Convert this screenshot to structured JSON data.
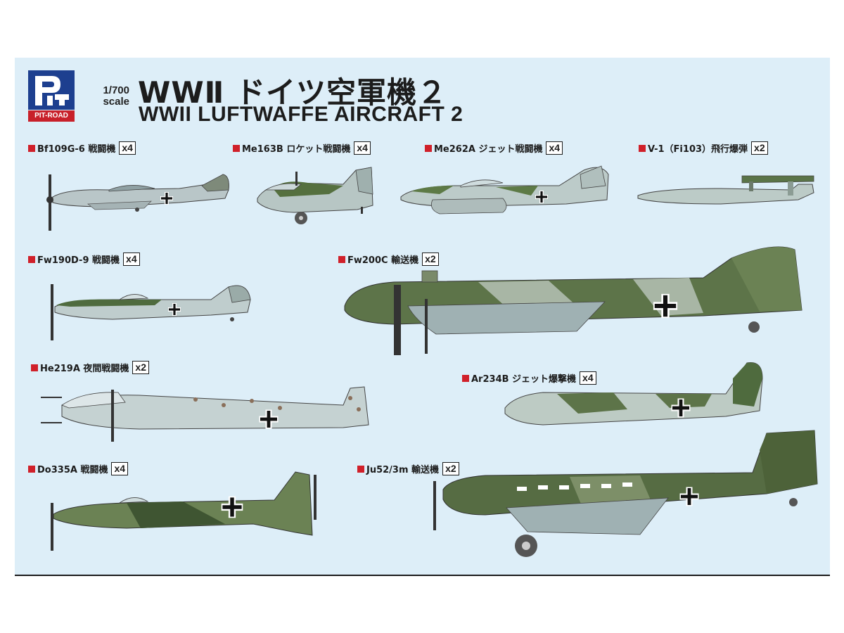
{
  "brand": {
    "logo_text": "PIT-ROAD"
  },
  "scale": {
    "ratio": "1/700",
    "word": "scale"
  },
  "title": {
    "jp": "WWⅡ ドイツ空軍機２",
    "en": "WWII LUFTWAFFE AIRCRAFT 2"
  },
  "aircraft": [
    {
      "name": "Bf109G-6 戦闘機",
      "qty": "x4"
    },
    {
      "name": "Me163B ロケット戦闘機",
      "qty": "x4"
    },
    {
      "name": "Me262A ジェット戦闘機",
      "qty": "x4"
    },
    {
      "name": "V-1（Fi103）飛行爆弾",
      "qty": "x2"
    },
    {
      "name": "Fw190D-9 戦闘機",
      "qty": "x4"
    },
    {
      "name": "Fw200C 輸送機",
      "qty": "x2"
    },
    {
      "name": "He219A 夜間戦闘機",
      "qty": "x2"
    },
    {
      "name": "Ar234B ジェット爆撃機",
      "qty": "x4"
    },
    {
      "name": "Do335A 戦闘機",
      "qty": "x4"
    },
    {
      "name": "Ju52/3m 輸送機",
      "qty": "x2"
    }
  ],
  "colors": {
    "background": "#ddeef8",
    "brand_blue": "#1d3f8f",
    "brand_red": "#c8202a",
    "camo_green": "#4f6b3e",
    "camo_dark": "#3a4a30",
    "light_grey": "#b9c7c9"
  }
}
